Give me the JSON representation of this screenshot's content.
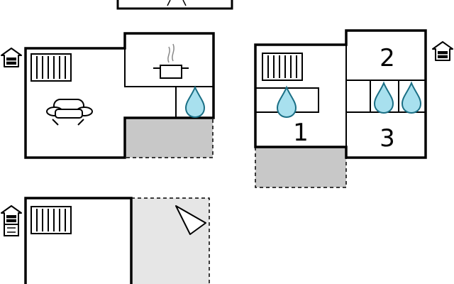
{
  "floorplan": {
    "rooms": [
      {
        "id": "bedroom_1",
        "label": "1"
      },
      {
        "id": "bedroom_2",
        "label": "2"
      },
      {
        "id": "bedroom_3",
        "label": "3"
      }
    ],
    "colors": {
      "wall": "#000000",
      "terrace_fill": "#c8c8c8",
      "light_area_fill": "#e6e6e6",
      "water_fill": "#a8e0ee",
      "water_stroke": "#1a6f85"
    },
    "icons": [
      "radiator-icon",
      "sofa-icon",
      "cooking-pot-icon",
      "water-drop-icon",
      "entrance-house-icon",
      "staircase-triangle-icon"
    ]
  }
}
